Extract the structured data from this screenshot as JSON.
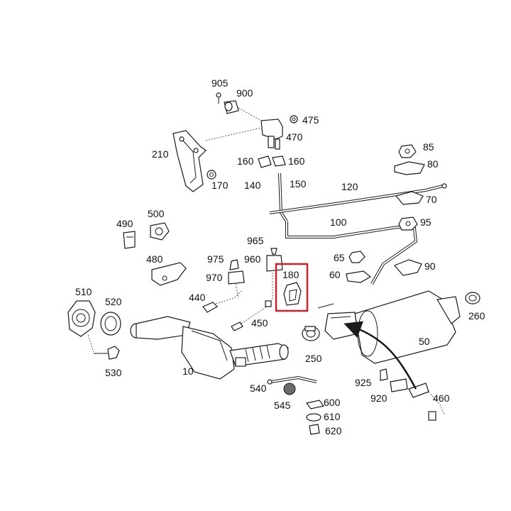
{
  "diagram": {
    "highlight_color": "#d0202a",
    "highlighted_part": "180",
    "labels": {
      "p905": "905",
      "p900": "900",
      "p475": "475",
      "p470": "470",
      "p210": "210",
      "p170": "170",
      "p160a": "160",
      "p160b": "160",
      "p140": "140",
      "p150": "150",
      "p120": "120",
      "p85": "85",
      "p80": "80",
      "p70": "70",
      "p100": "100",
      "p95": "95",
      "p490": "490",
      "p500": "500",
      "p965": "965",
      "p975": "975",
      "p960": "960",
      "p65": "65",
      "p90": "90",
      "p480": "480",
      "p60": "60",
      "p180": "180",
      "p970": "970",
      "p510": "510",
      "p520": "520",
      "p440": "440",
      "p450": "450",
      "p260": "260",
      "p50": "50",
      "p250": "250",
      "p530": "530",
      "p10": "10",
      "p925": "925",
      "p460": "460",
      "p540": "540",
      "p920": "920",
      "p600": "600",
      "p545": "545",
      "p610": "610",
      "p620": "620"
    }
  }
}
